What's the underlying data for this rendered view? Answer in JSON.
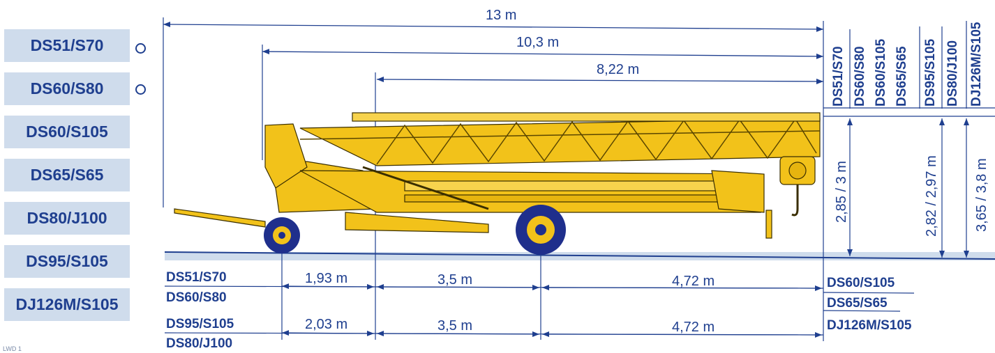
{
  "models_left": [
    "DS51/S70",
    "DS60/S80",
    "DS60/S105",
    "DS65/S65",
    "DS80/J100",
    "DS95/S105",
    "DJ126M/S105"
  ],
  "top_dims": {
    "total": "13 m",
    "mid": "10,3 m",
    "jib": "8,22 m"
  },
  "right_model_groups": {
    "g1": [
      "DS51/S70"
    ],
    "g2": [
      "DS60/S80",
      "DS60/S105",
      "DS65/S65"
    ],
    "g3": [
      "DS95/S105",
      "DS80/J100",
      "DJ126M/S105"
    ]
  },
  "heights": {
    "h1": "2,85 / 3 m",
    "h2": "2,82 / 2,97 m",
    "h3": "3,65 / 3,8 m"
  },
  "bottom": {
    "row1_models": [
      "DS51/S70",
      "DS60/S80"
    ],
    "row1_dims": [
      "1,93 m",
      "3,5 m",
      "4,72 m"
    ],
    "row2_models": [
      "DS95/S105",
      "DS80/J100"
    ],
    "row2_dims": [
      "2,03 m",
      "3,5 m",
      "4,72 m"
    ],
    "right_models": [
      "DS60/S105",
      "DS65/S65",
      "DJ126M/S105"
    ]
  },
  "colors": {
    "blue": "#1f3f8f",
    "crane": "#f2c21a",
    "label_bg": "#cfdcec"
  },
  "ref_code": "LWD 1"
}
